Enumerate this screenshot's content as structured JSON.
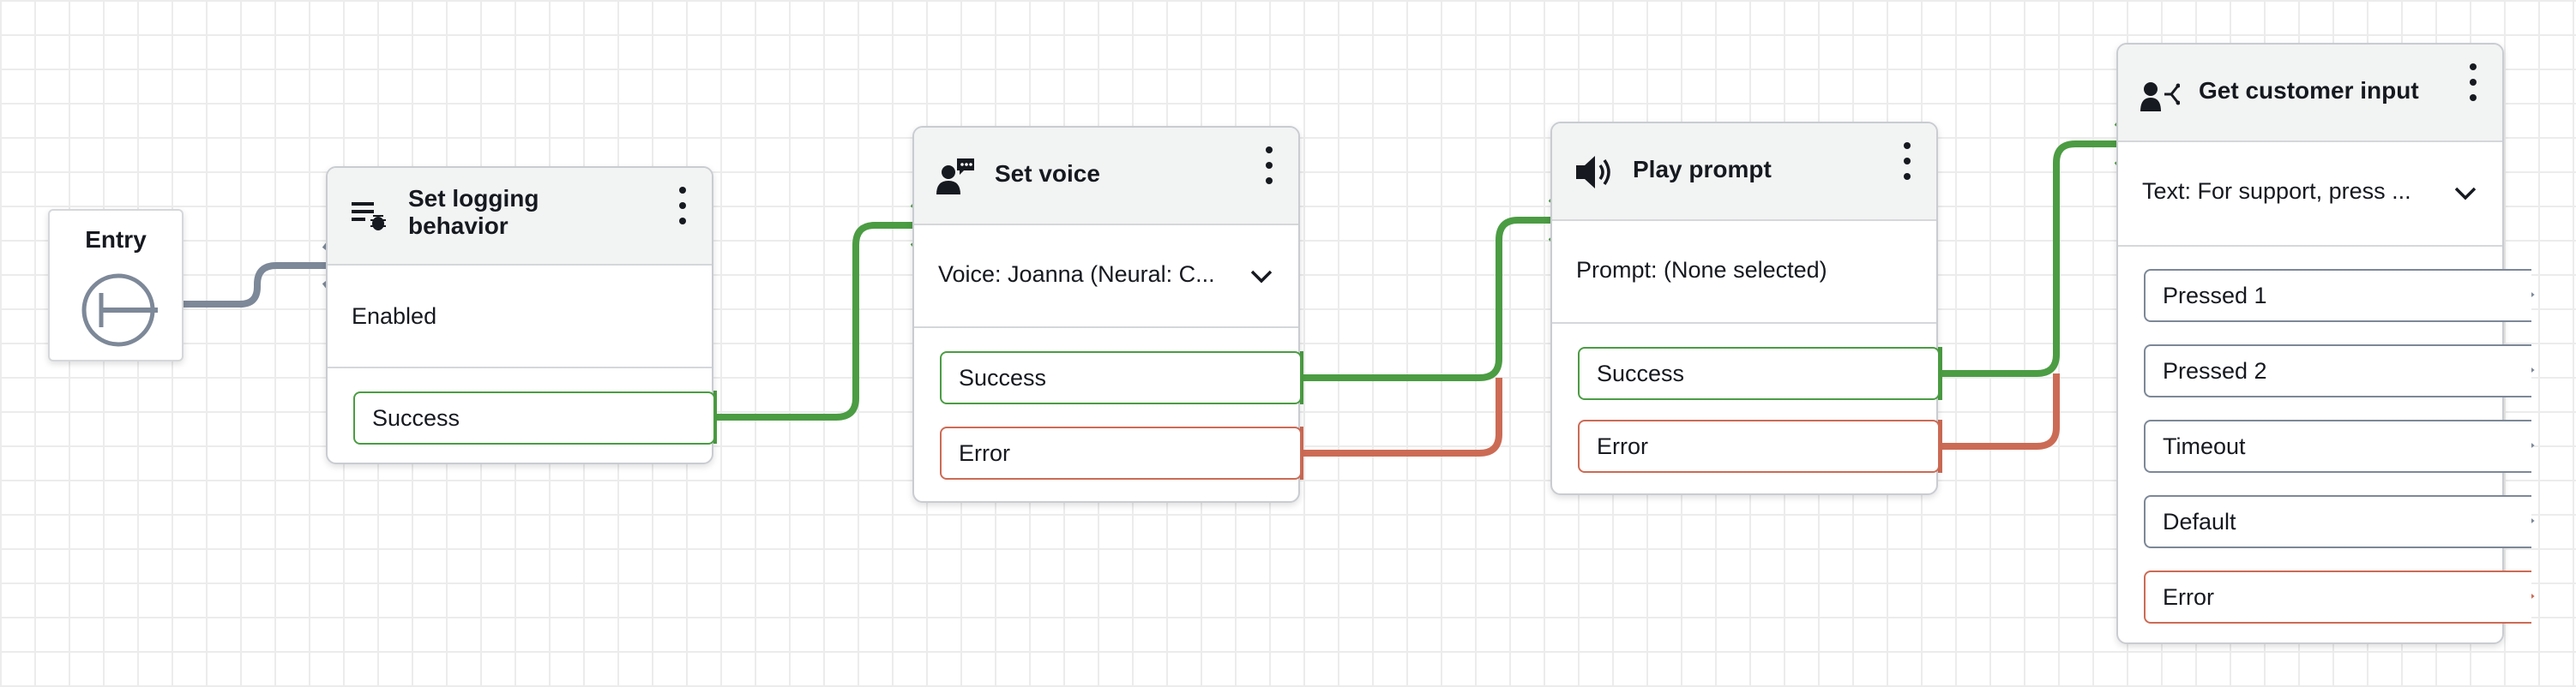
{
  "entry": {
    "label": "Entry"
  },
  "blocks": {
    "set_logging": {
      "title_line1": "Set logging",
      "title_line2": "behavior",
      "body": "Enabled",
      "branches": [
        "Success"
      ]
    },
    "set_voice": {
      "title": "Set voice",
      "body": "Voice: Joanna (Neural: C...",
      "branches": [
        "Success",
        "Error"
      ]
    },
    "play_prompt": {
      "title": "Play prompt",
      "body": "Prompt: (None selected)",
      "branches": [
        "Success",
        "Error"
      ]
    },
    "get_input": {
      "title": "Get customer input",
      "body": "Text: For support, press ...",
      "branches": [
        "Pressed 1",
        "Pressed 2",
        "Timeout",
        "Default",
        "Error"
      ]
    }
  },
  "icons": {
    "set_logging": "list-bug-icon",
    "set_voice": "person-speech-icon",
    "play_prompt": "speaker-icon",
    "get_input": "person-branch-icon",
    "entry": "start-circle-icon"
  },
  "colors": {
    "success": "#4b9c43",
    "error": "#cc6b55",
    "neutral": "#7d8898",
    "wire_default": "#7d8898"
  }
}
